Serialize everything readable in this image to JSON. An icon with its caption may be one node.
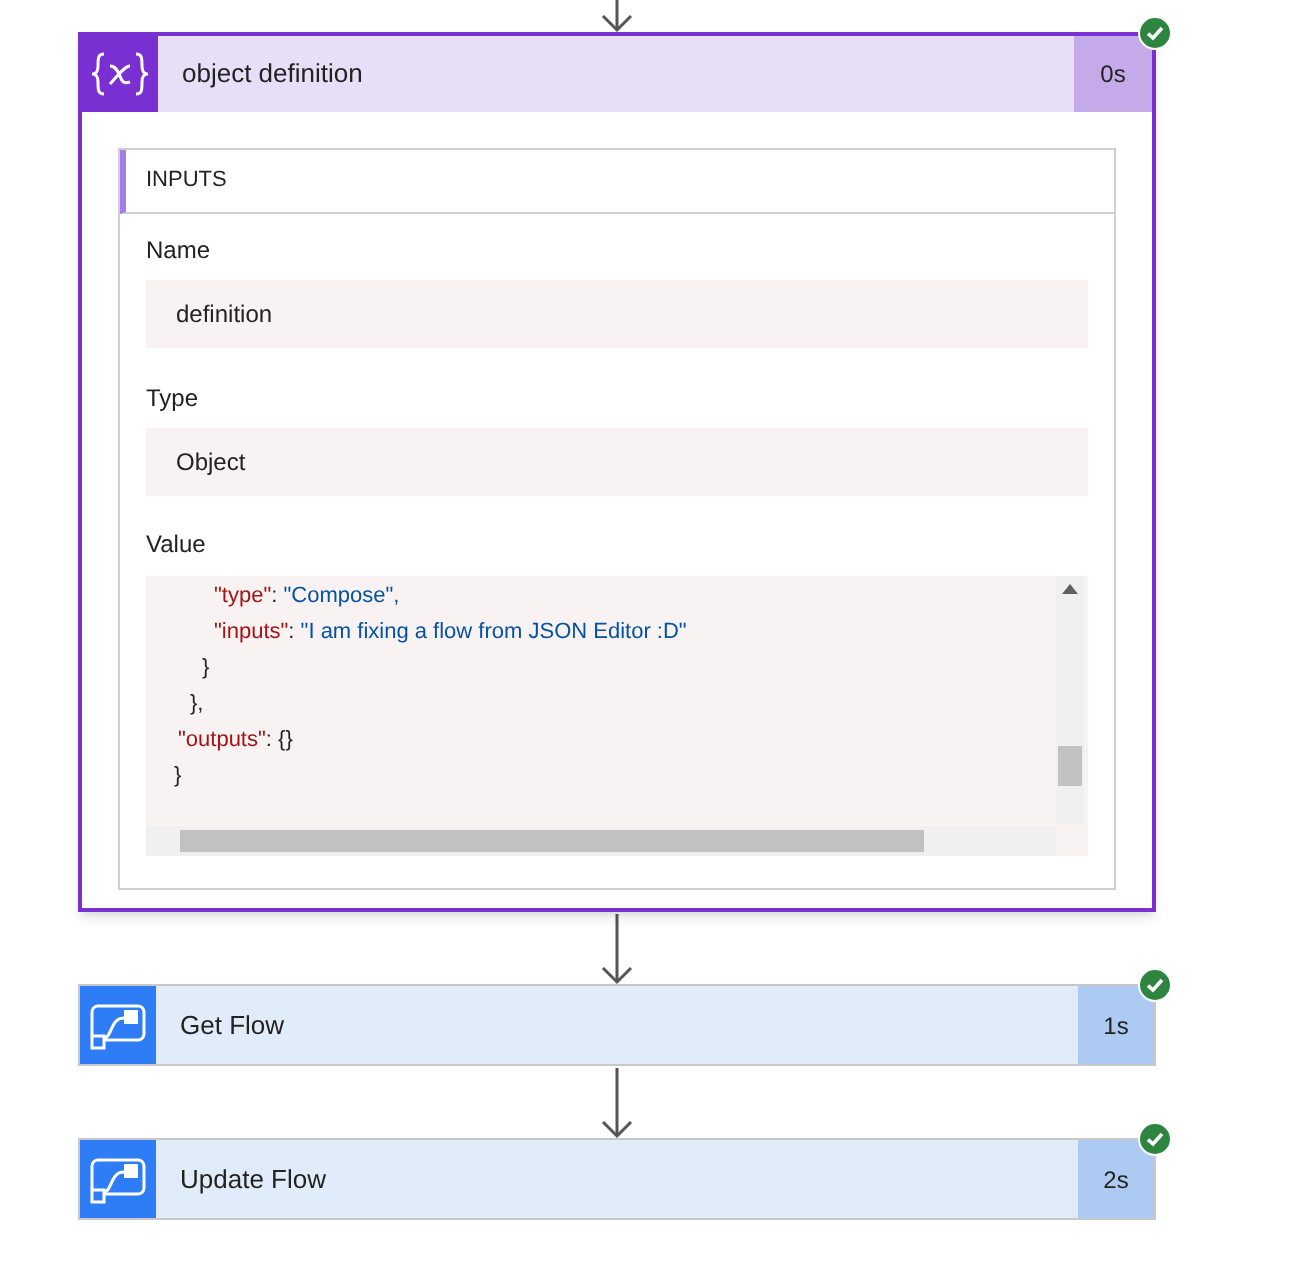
{
  "diagram": {
    "nodes": [
      {
        "text": [
          "object definition",
          "0s"
        ]
      },
      {
        "text": [
          "INPUTS"
        ],
        "in": 0
      },
      {
        "text": [
          "Name",
          "definition"
        ],
        "in": 1
      },
      {
        "text": [
          "Type",
          "Object"
        ],
        "in": 1
      },
      {
        "text": [
          "Value",
          "\"type\": \"Compose\",",
          "\"inputs\": \"I am fixing a flow from JSON Editor :D\"",
          "}",
          "},",
          "\"outputs\": {}",
          "}"
        ],
        "in": 1
      },
      {
        "text": [
          "Get Flow",
          "1s"
        ]
      },
      {
        "text": [
          "Update Flow",
          "2s"
        ]
      }
    ],
    "edges": [
      {
        "from": null,
        "to": 0,
        "arrow": "to"
      },
      {
        "from": 0,
        "to": 5,
        "arrow": "to"
      },
      {
        "from": 5,
        "to": 6,
        "arrow": "to"
      }
    ]
  }
}
